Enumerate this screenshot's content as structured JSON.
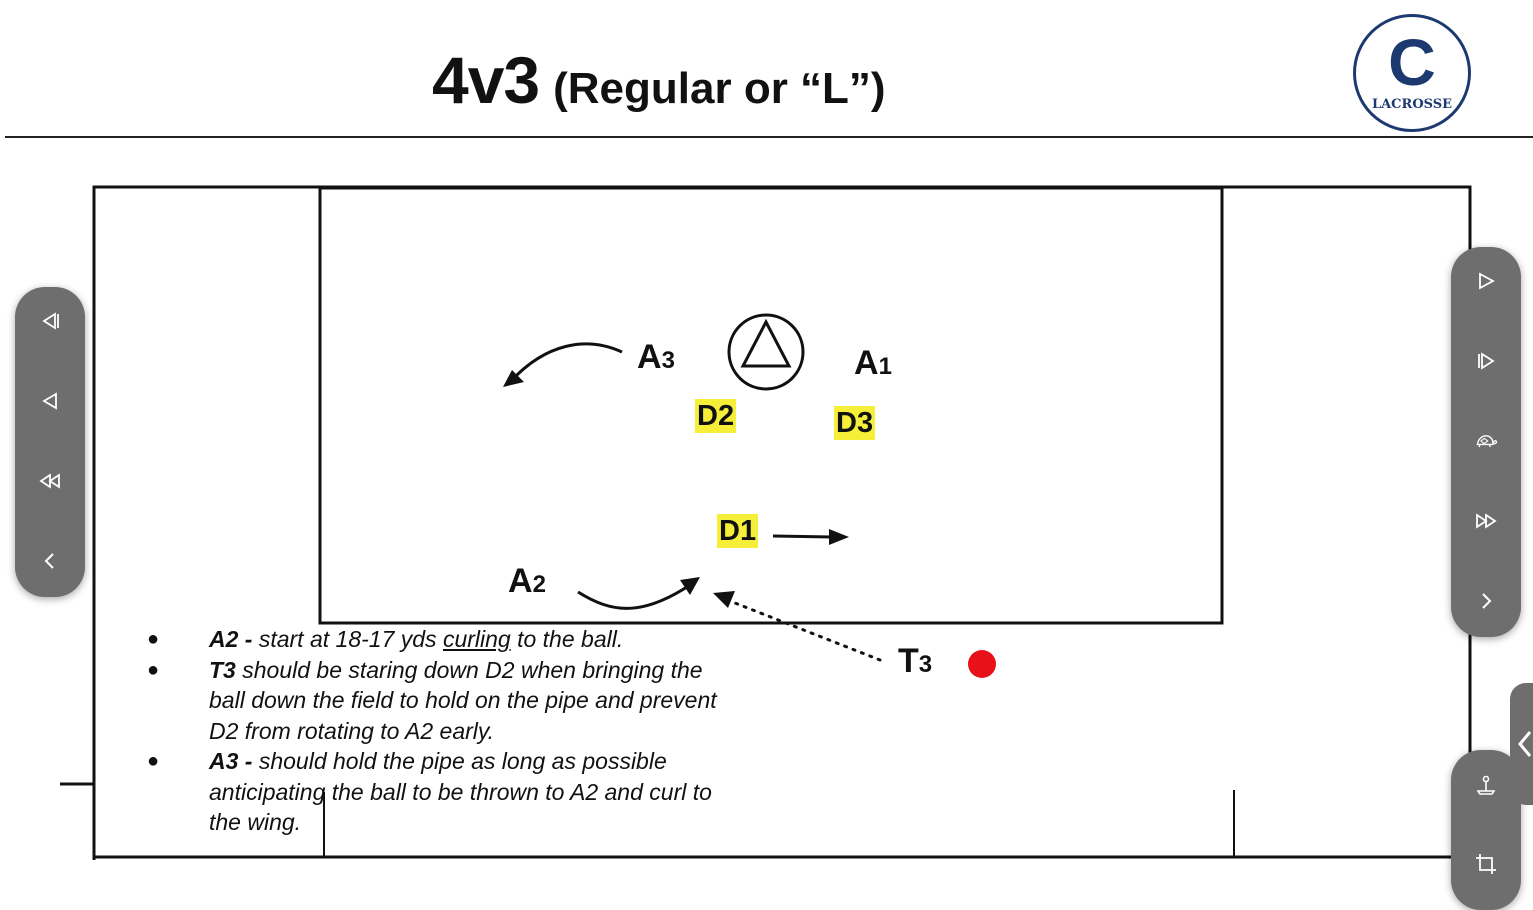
{
  "slide": {
    "title_main": "4v3",
    "title_sub": "(Regular or “L”)",
    "logo": {
      "letter": "C",
      "word": "LACROSSE",
      "color": "#1d3a70"
    }
  },
  "players": {
    "a3": {
      "letter": "A",
      "num": "3"
    },
    "a1": {
      "letter": "A",
      "num": "1"
    },
    "a2": {
      "letter": "A",
      "num": "2"
    },
    "t3": {
      "letter": "T",
      "num": "3"
    },
    "d1": "D1",
    "d2": "D2",
    "d3": "D3"
  },
  "notes": [
    {
      "bullet": "●",
      "bold": "A2 -",
      "pre": " start at 18-17 yds ",
      "underline": "curling",
      "post": " to the ball."
    },
    {
      "bullet": "●",
      "bold": "T3",
      "pre": " should be staring down D2 when bringing the ball down the field to hold on the pipe and prevent D2 from rotating to A2 early.",
      "underline": "",
      "post": ""
    },
    {
      "bullet": "●",
      "bold": "A3 -",
      "pre": " should hold the pipe as long as possible anticipating the ball to be thrown to A2 and curl to the wing.",
      "underline": "",
      "post": ""
    }
  ],
  "colors": {
    "highlight": "#f5ef3a",
    "ball": "#e8111a",
    "panel": "#6e6e6e"
  },
  "left_panel": {
    "buttons": [
      "skip-back-icon",
      "step-back-icon",
      "rewind-icon",
      "previous-icon"
    ]
  },
  "right_panel": {
    "buttons": [
      "play-icon",
      "step-forward-icon",
      "slow-motion-turtle-icon",
      "fast-forward-icon",
      "next-icon"
    ]
  },
  "drawer": {
    "icons": [
      "chevron-left-icon",
      "joystick-icon",
      "crop-icon"
    ]
  }
}
